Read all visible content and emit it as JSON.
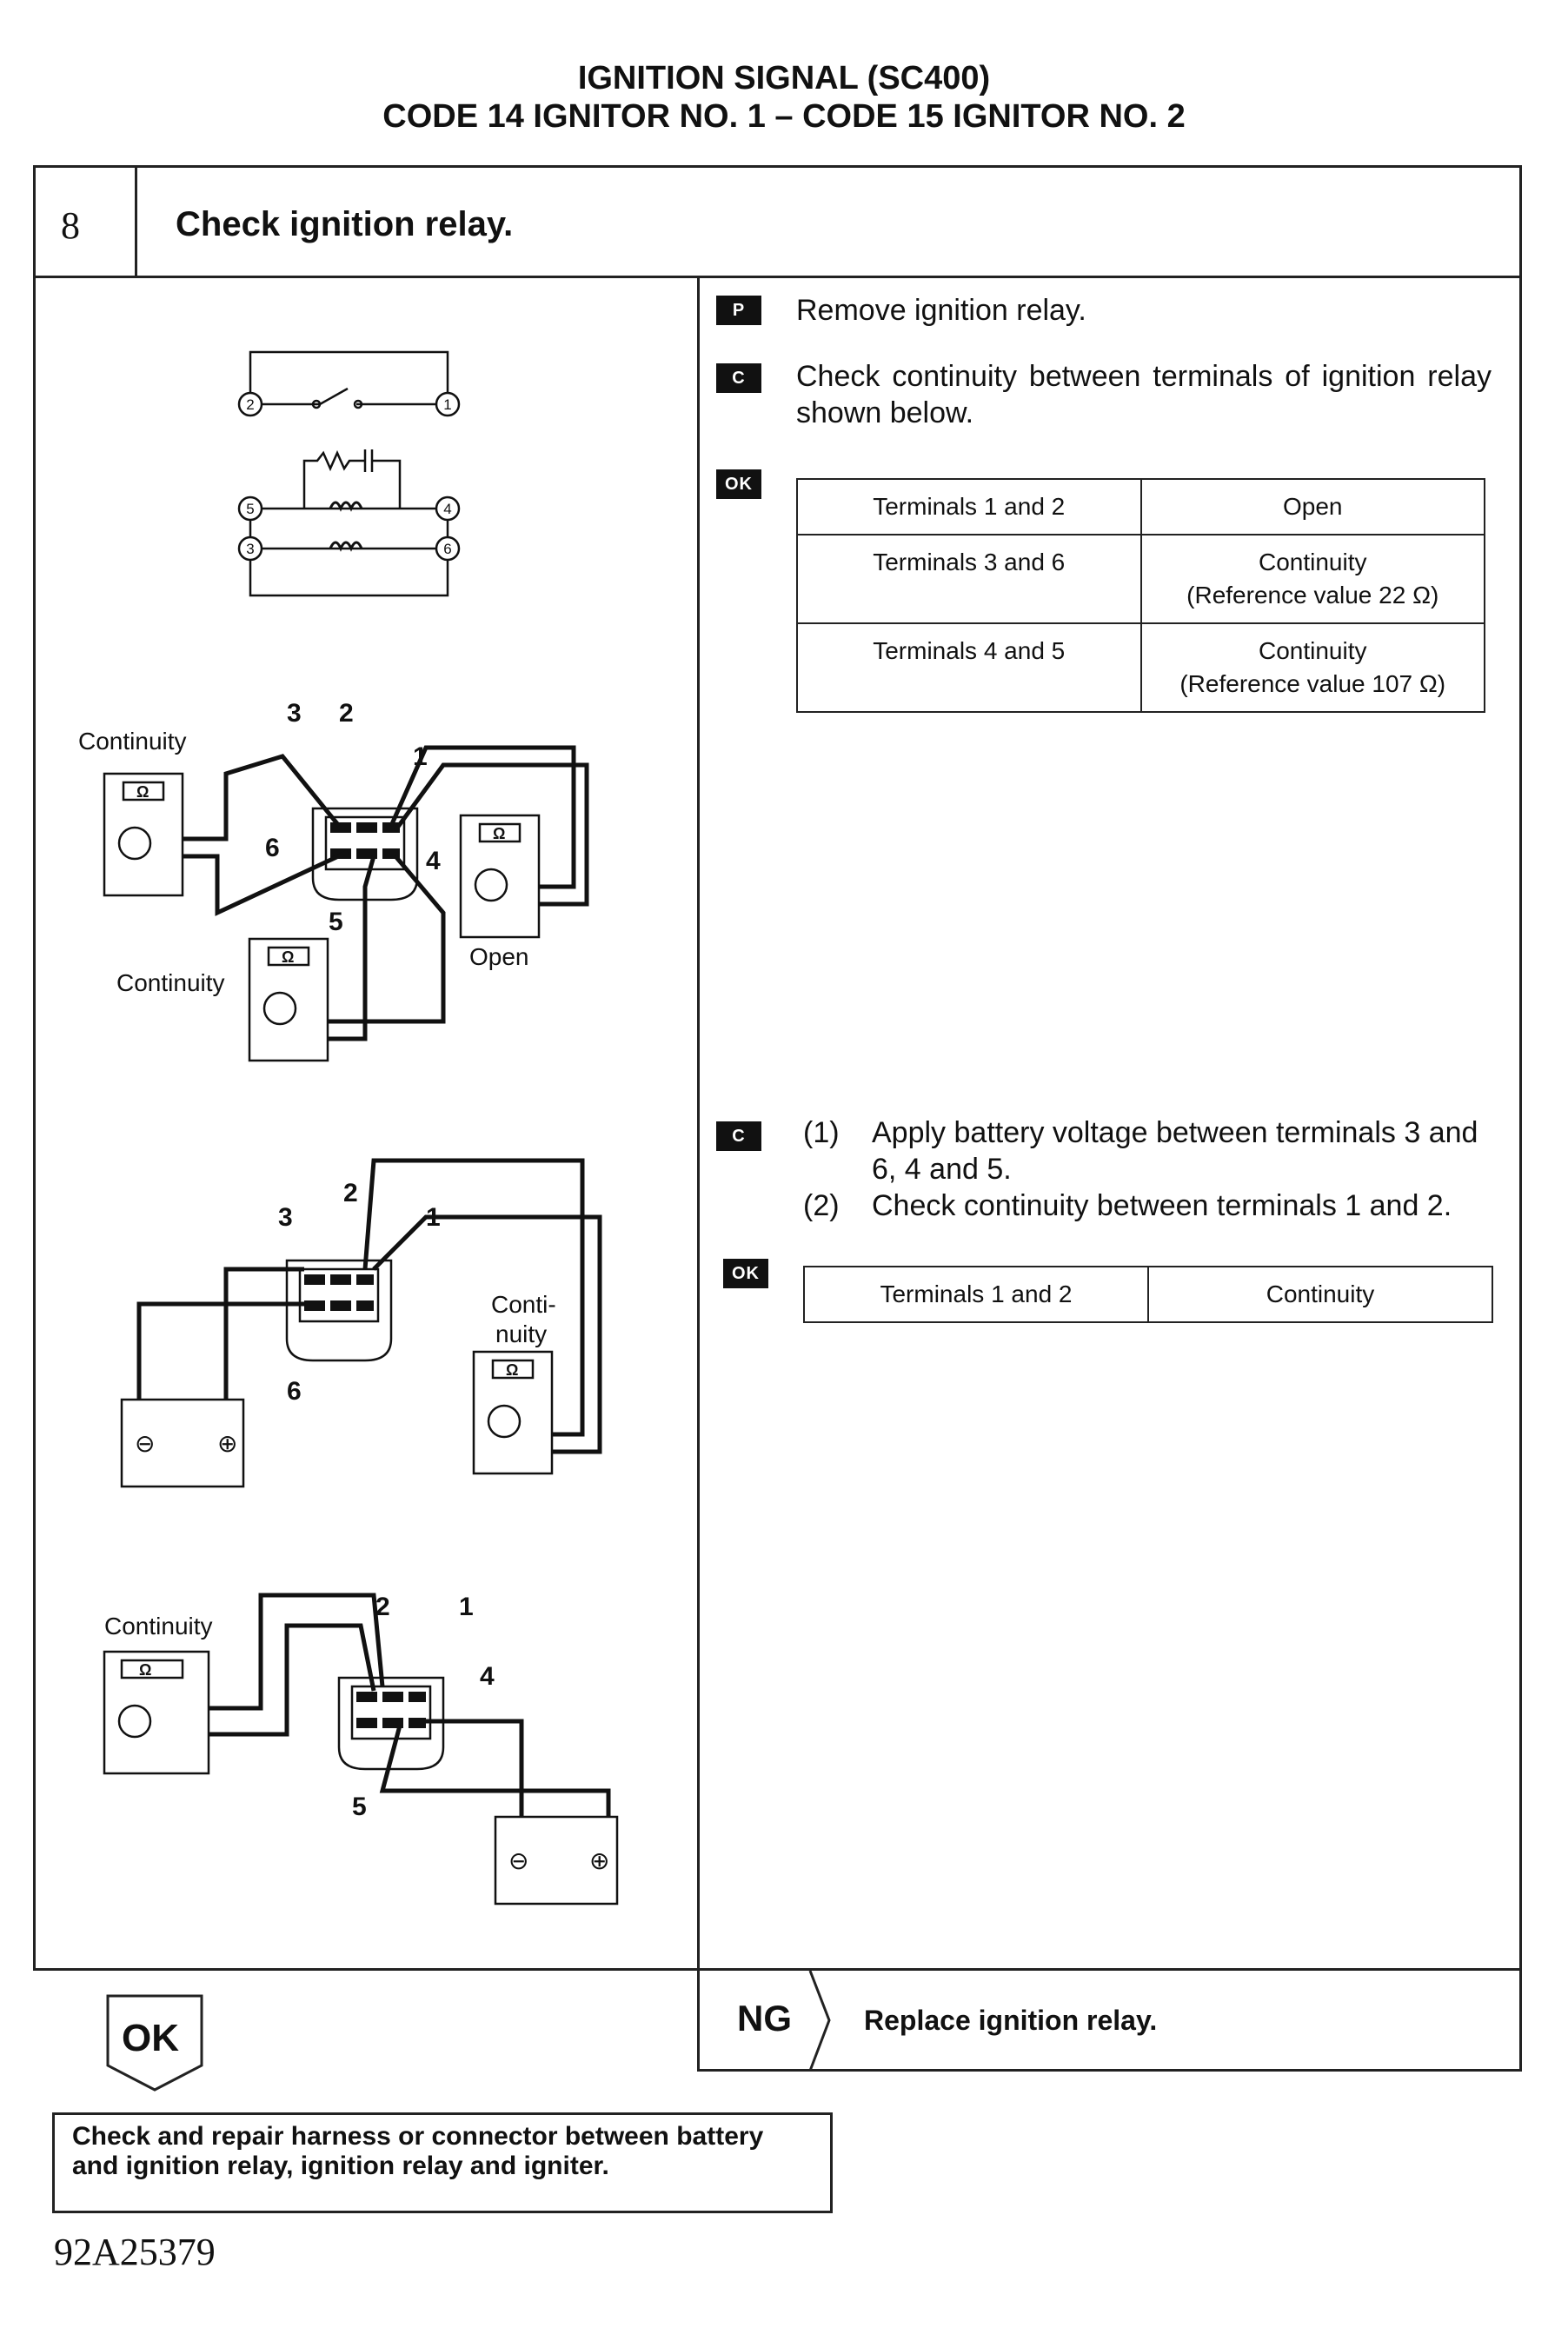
{
  "header": {
    "line1": "IGNITION SIGNAL (SC400)",
    "line2": "CODE 14 IGNITOR NO. 1  –  CODE 15 IGNITOR NO. 2"
  },
  "step": {
    "number": "8",
    "title": "Check ignition relay."
  },
  "badges": {
    "p": "P",
    "c": "C",
    "ok": "OK"
  },
  "instructions": {
    "p": "Remove ignition relay.",
    "c1": "Check continuity between terminals of ignition relay shown below.",
    "c2_1_num": "(1)",
    "c2_1": "Apply battery voltage between terminals 3 and 6, 4 and 5.",
    "c2_2_num": "(2)",
    "c2_2": "Check continuity between terminals 1 and 2."
  },
  "table1": {
    "rows": [
      {
        "terminals": "Terminals 1 and 2",
        "result": "Open",
        "reference": ""
      },
      {
        "terminals": "Terminals 3 and 6",
        "result": "Continuity",
        "reference": "(Reference value 22 Ω)"
      },
      {
        "terminals": "Terminals 4 and 5",
        "result": "Continuity",
        "reference": "(Reference value 107 Ω)"
      }
    ]
  },
  "table2": {
    "rows": [
      {
        "terminals": "Terminals 1 and 2",
        "result": "Continuity"
      }
    ]
  },
  "schematic": {
    "terminals": [
      "2",
      "1",
      "5",
      "4",
      "3",
      "6"
    ]
  },
  "figure1": {
    "labels": {
      "continuity_a": "Continuity",
      "continuity_b": "Continuity",
      "open": "Open",
      "ohm": "Ω"
    },
    "terminals": [
      "3",
      "2",
      "1",
      "6",
      "4",
      "5"
    ]
  },
  "figure2": {
    "labels": {
      "continuity": "Conti-\nnuity",
      "ohm": "Ω",
      "minus": "⊖",
      "plus": "⊕"
    },
    "terminals": [
      "3",
      "2",
      "1",
      "6"
    ]
  },
  "figure3": {
    "labels": {
      "continuity": "Continuity",
      "ohm": "Ω",
      "minus": "⊖",
      "plus": "⊕"
    },
    "terminals": [
      "2",
      "1",
      "4",
      "5"
    ]
  },
  "results": {
    "ok": "OK",
    "ng": "NG",
    "ng_action": "Replace ignition relay.",
    "ok_action": "Check and repair harness or connector between battery and ignition relay, ignition relay and igniter."
  },
  "footer_code": "92A25379"
}
